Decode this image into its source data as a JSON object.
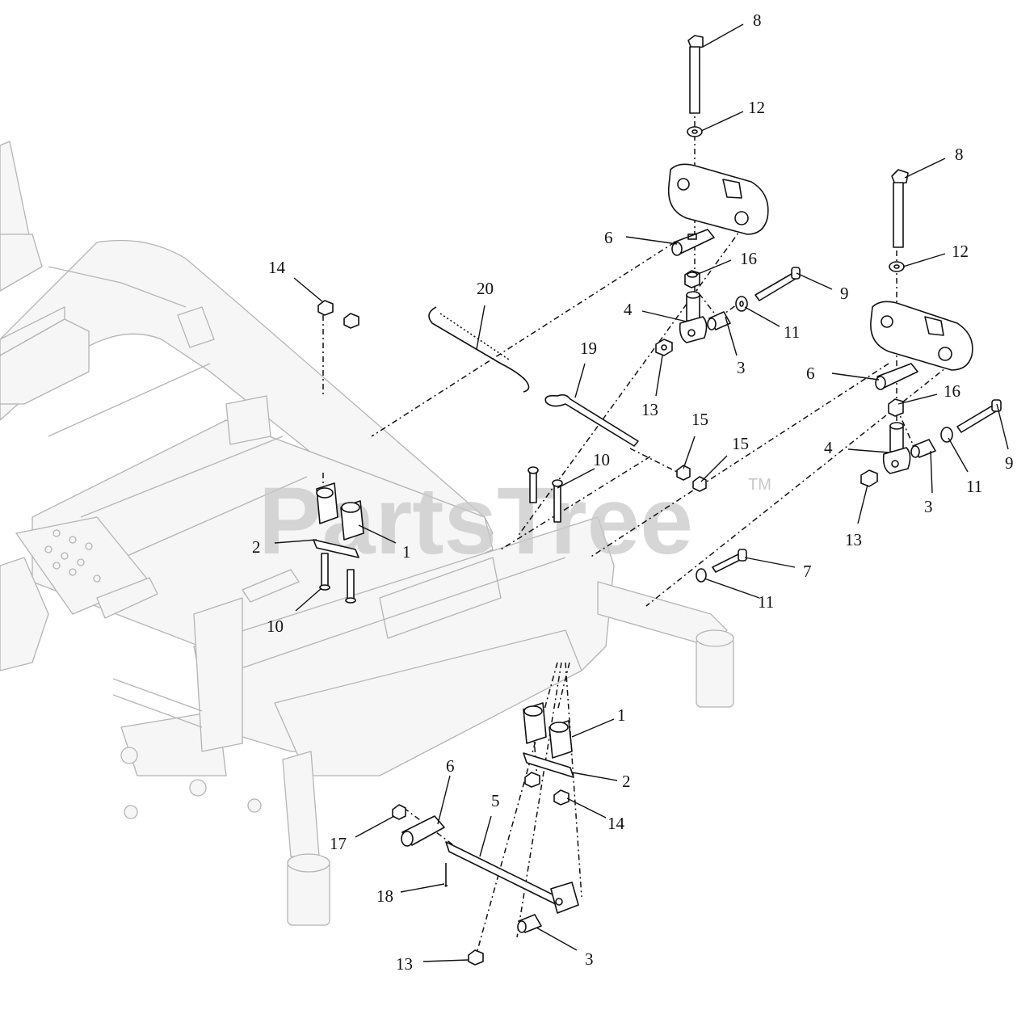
{
  "watermark": {
    "text": "PartsTree",
    "tm": "TM"
  },
  "callouts": [
    "8",
    "12",
    "8",
    "12",
    "6",
    "16",
    "9",
    "4",
    "11",
    "3",
    "13",
    "6",
    "16",
    "9",
    "4",
    "11",
    "3",
    "13",
    "14",
    "20",
    "19",
    "15",
    "15",
    "10",
    "2",
    "1",
    "10",
    "7",
    "11",
    "1",
    "2",
    "14",
    "6",
    "5",
    "17",
    "18",
    "13",
    "3"
  ]
}
